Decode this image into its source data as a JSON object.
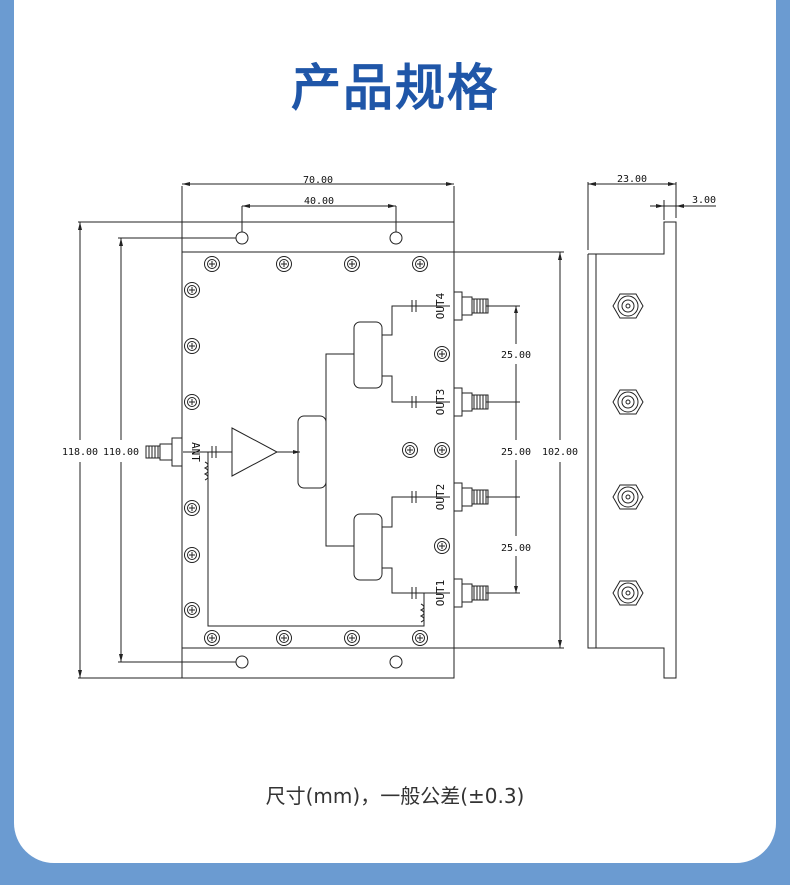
{
  "page": {
    "title": "产品规格",
    "caption": "尺寸(mm)，一般公差(±0.3)",
    "accent_color": "#1f56a8",
    "background_color": "#6b9bd1"
  },
  "drawing": {
    "dimensions": {
      "width_total": "70.00",
      "hole_spacing": "40.00",
      "height_total": "118.00",
      "hole_vertical": "110.00",
      "body_height": "102.00",
      "port_pitch_1": "25.00",
      "port_pitch_2": "25.00",
      "port_pitch_3": "25.00",
      "side_depth": "23.00",
      "flange_thickness": "3.00"
    },
    "ports": {
      "input": "ANT",
      "out1": "OUT1",
      "out2": "OUT2",
      "out3": "OUT3",
      "out4": "OUT4"
    }
  }
}
